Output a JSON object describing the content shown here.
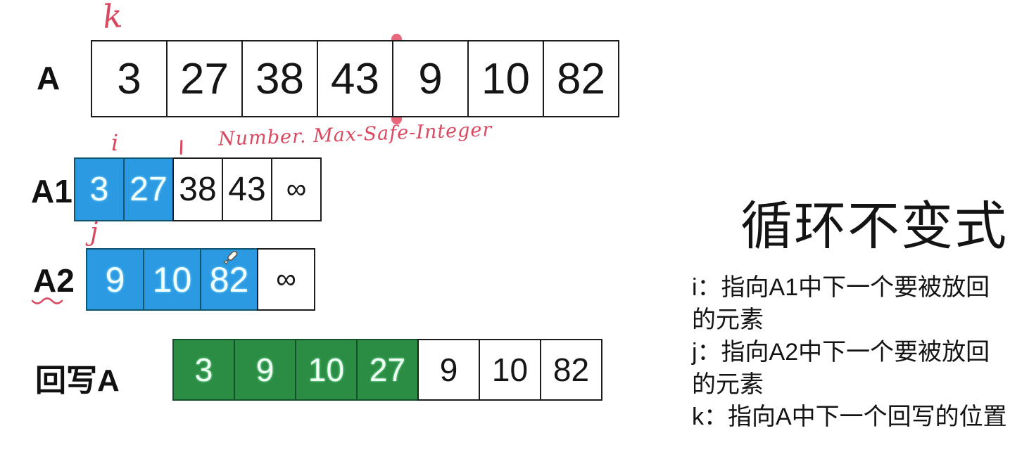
{
  "rows": {
    "a": {
      "label": "A",
      "cells": [
        {
          "v": "3"
        },
        {
          "v": "27"
        },
        {
          "v": "38"
        },
        {
          "v": "43"
        },
        {
          "v": "9"
        },
        {
          "v": "10"
        },
        {
          "v": "82"
        }
      ]
    },
    "a1": {
      "label": "A1",
      "cells": [
        {
          "v": "3",
          "hl": "blue"
        },
        {
          "v": "27",
          "hl": "blue"
        },
        {
          "v": "38"
        },
        {
          "v": "43"
        },
        {
          "v": "∞",
          "inf": true
        }
      ]
    },
    "a2": {
      "label": "A2",
      "cells": [
        {
          "v": "9",
          "hl": "blue"
        },
        {
          "v": "10",
          "hl": "blue"
        },
        {
          "v": "82",
          "hl": "blue"
        },
        {
          "v": "∞",
          "inf": true
        }
      ]
    },
    "writeback": {
      "label": "回写A",
      "cells": [
        {
          "v": "3",
          "hl": "green"
        },
        {
          "v": "9",
          "hl": "green"
        },
        {
          "v": "10",
          "hl": "green"
        },
        {
          "v": "27",
          "hl": "green"
        },
        {
          "v": "9"
        },
        {
          "v": "10"
        },
        {
          "v": "82"
        }
      ]
    }
  },
  "annotations": {
    "k_label": "k",
    "i_label": "i",
    "j_label": "j",
    "max_safe_note": "Number. Max-Safe-Integer"
  },
  "panel": {
    "title": "循环不变式",
    "notes": [
      "i：指向A1中下一个要被放回的元素",
      "j：指向A2中下一个要被放回的元素",
      "k：指向A中下一个回写的位置"
    ]
  },
  "colors": {
    "cell_blue": "#2c99e3",
    "cell_green": "#2b8c44",
    "ink_red": "#d9485f",
    "divider_pink": "#e8687c"
  }
}
